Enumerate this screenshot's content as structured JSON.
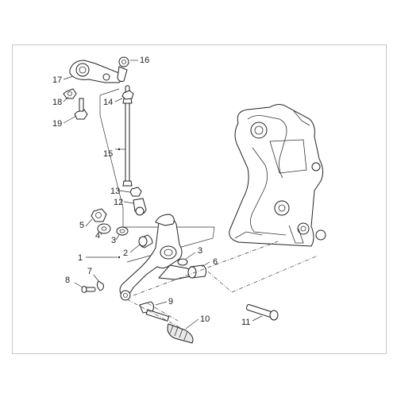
{
  "callouts": {
    "1": "1",
    "2": "2",
    "3a": "3",
    "3b": "3",
    "4": "4",
    "5": "5",
    "6": "6",
    "7": "7",
    "8": "8",
    "9": "9",
    "10": "10",
    "11": "11",
    "12": "12",
    "13": "13",
    "14": "14",
    "15": "15",
    "16": "16",
    "17": "17",
    "18": "18",
    "19": "19"
  },
  "colors": {
    "line": "#222222",
    "frame_border": "#c8c8c8",
    "background": "#ffffff"
  }
}
